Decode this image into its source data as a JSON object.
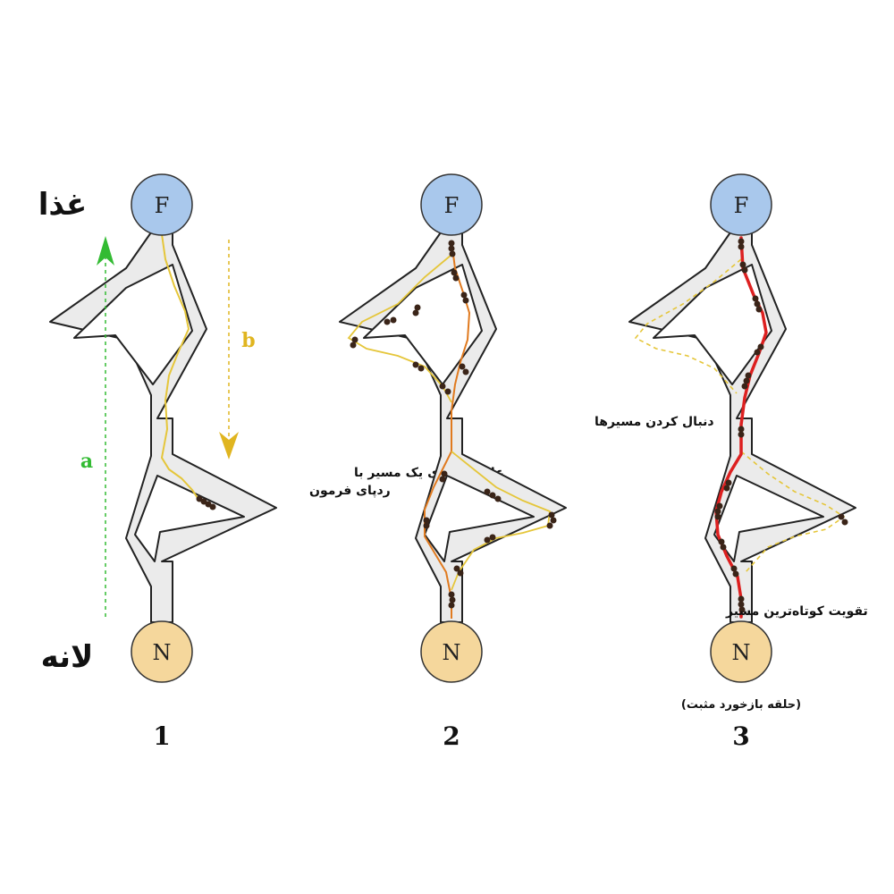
{
  "side_labels": {
    "food": "غذا",
    "nest": "لانه"
  },
  "nodes": {
    "food": "F",
    "nest": "N"
  },
  "panels": [
    {
      "number": "1",
      "annotation_lines": [
        "علامت‌گذاری یک مسیر با",
        "ردپای فرمون"
      ]
    },
    {
      "number": "2",
      "annotation_lines": [
        "دنبال کردن مسیرها"
      ]
    },
    {
      "number": "3",
      "annotation_lines": [
        "تقویت کوتاه‌ترین مسیر"
      ],
      "caption": "(حلقه بازخورد مثبت)"
    }
  ],
  "arrows": {
    "a": "a",
    "b": "b"
  },
  "colors": {
    "food_node": "#a9c8ec",
    "nest_node": "#f5d79c",
    "path_fill": "#ebebeb",
    "outline": "#222222",
    "arrow_a": "#33bb33",
    "arrow_b": "#e0b520",
    "trail_yellow": "#e5c63a",
    "trail_orange": "#e07a1f",
    "trail_red": "#dd2020",
    "ant": "#3a2418"
  }
}
